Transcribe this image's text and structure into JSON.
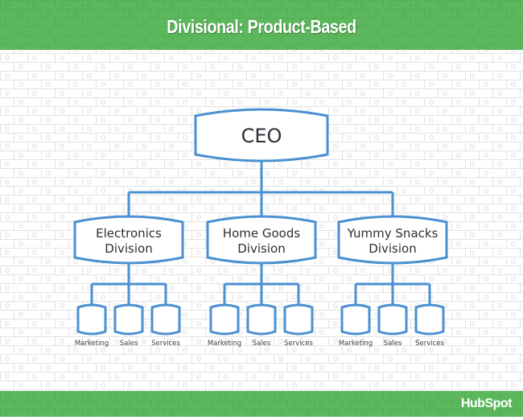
{
  "header": {
    "title": "Divisional: Product-Based"
  },
  "footer": {
    "logo": "HubSpot"
  },
  "colors": {
    "brand_green": "#5cb85c",
    "line_blue": "#4a90d2",
    "pattern_gray": "#dddddd"
  },
  "org_chart": {
    "root": {
      "label": "CEO"
    },
    "divisions": [
      {
        "label_line1": "Electronics",
        "label_line2": "Division",
        "units": [
          "Marketing",
          "Sales",
          "Services"
        ]
      },
      {
        "label_line1": "Home Goods",
        "label_line2": "Division",
        "units": [
          "Marketing",
          "Sales",
          "Services"
        ]
      },
      {
        "label_line1": "Yummy Snacks",
        "label_line2": "Division",
        "units": [
          "Marketing",
          "Sales",
          "Services"
        ]
      }
    ]
  }
}
